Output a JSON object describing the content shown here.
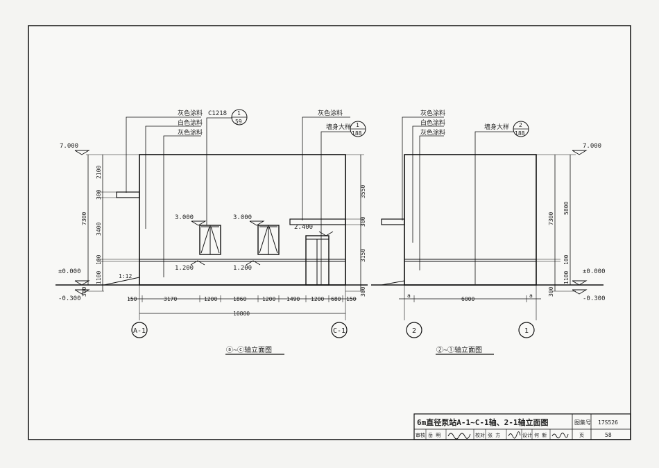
{
  "left_view": {
    "callouts": [
      "灰色涂料",
      "白色涂料",
      "灰色涂料"
    ],
    "window_label": "C1218",
    "window_ref": {
      "top": "1",
      "bottom": "59"
    },
    "right_callouts": [
      "灰色涂料",
      "墙身大样"
    ],
    "wall_ref": {
      "top": "1",
      "bottom": "188"
    },
    "elevations": {
      "top": "7.000",
      "ground": "±0.000",
      "below": "-0.300",
      "sill_left": "3.000",
      "sill_right": "3.000",
      "door_top": "2.400",
      "band_left": "1.200",
      "band_right": "1.200"
    },
    "slope": "1:12",
    "left_dims_outer": [
      "7300",
      "300"
    ],
    "left_dims_inner": [
      "2100",
      "300",
      "3400",
      "100",
      "1100"
    ],
    "right_dims": [
      "3550",
      "300",
      "3150",
      "300"
    ],
    "bottom_dims": [
      "150",
      "3170",
      "1200",
      "1860",
      "1200",
      "1490",
      "1200",
      "680",
      "150"
    ],
    "total_width": "10800",
    "axis_left": "A-1",
    "axis_right": "C-1",
    "caption": "ⓐ~ⓒ轴立面图"
  },
  "right_view": {
    "callouts": [
      "灰色涂料",
      "白色涂料",
      "灰色涂料"
    ],
    "wall_label": "墙身大样",
    "wall_ref": {
      "top": "2",
      "bottom": "188"
    },
    "elevations": {
      "top": "7.000",
      "ground": "±0.000",
      "below": "-0.300"
    },
    "right_dims_outer": [
      "7300",
      "300"
    ],
    "right_dims_inner": [
      "5800",
      "100",
      "1100"
    ],
    "bottom_dims": [
      "a",
      "6000",
      "a"
    ],
    "axis_left": "2",
    "axis_right": "1",
    "caption": "②~①轴立面图"
  },
  "title_block": {
    "title": "6m直径泵站A-1~C-1轴、2-1轴立面图",
    "atlas_label": "图集号",
    "atlas_no": "17S526",
    "row2": [
      "审核",
      "岳 明",
      "校对",
      "张 方",
      "设计",
      "何 新"
    ],
    "page_label": "页",
    "page_no": "58"
  }
}
